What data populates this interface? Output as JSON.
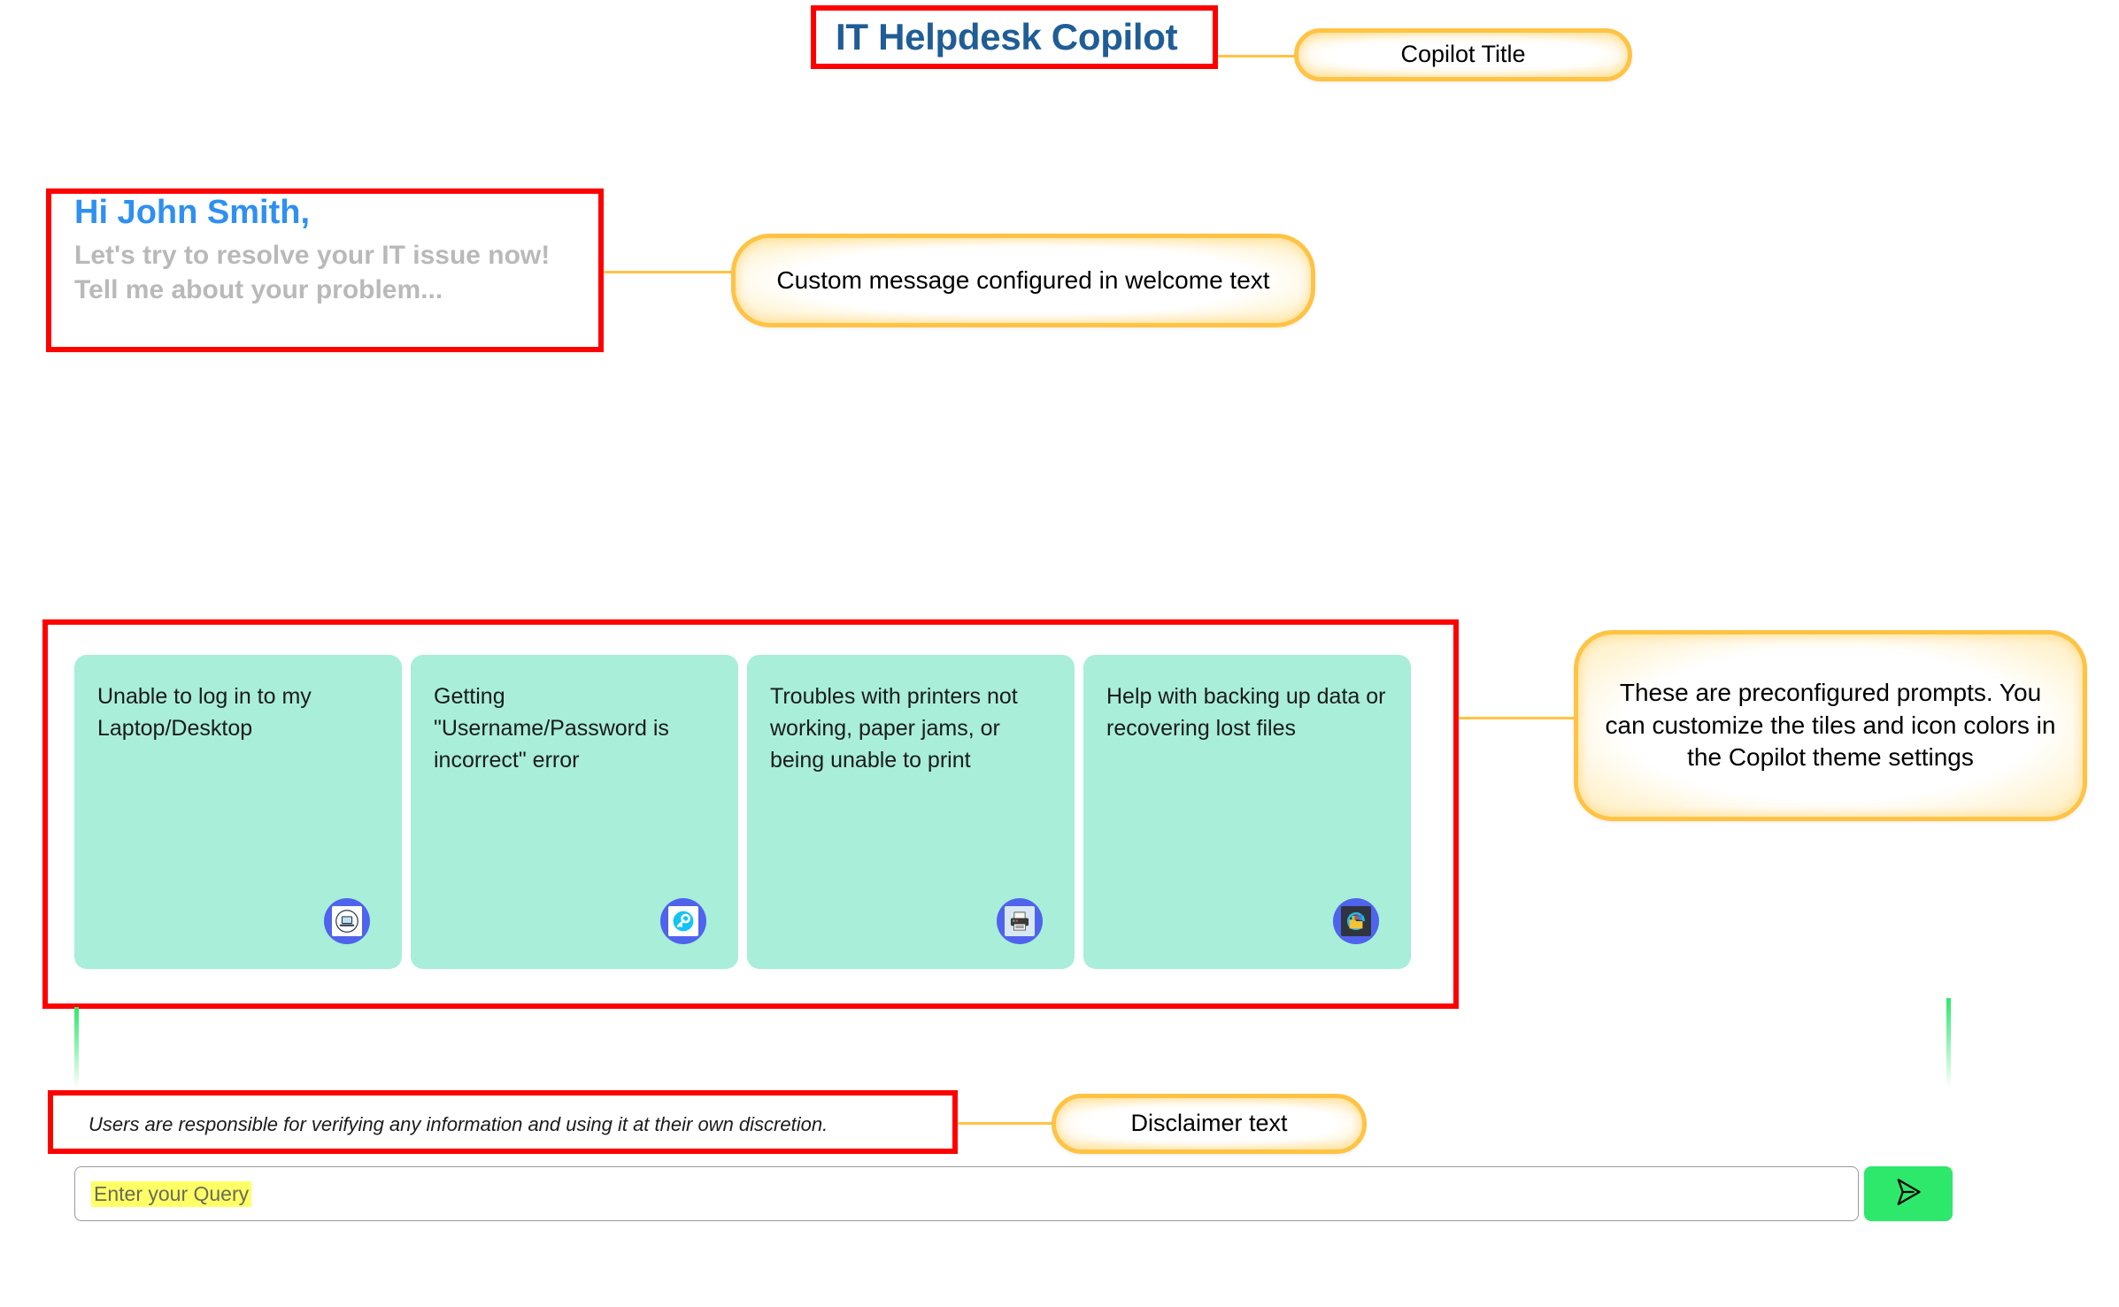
{
  "copilot": {
    "title": "IT Helpdesk Copilot",
    "title_color": "#205d96"
  },
  "welcome": {
    "greeting": "Hi John Smith,",
    "greeting_color": "#2e90f0",
    "line_1": "Let's try to resolve your IT issue now!",
    "line_2": "Tell me about your problem...",
    "sub_color": "#b9b9b9"
  },
  "prompt_tiles": {
    "tile_color": "#a8eed8",
    "icon_badge_color": "#4f63ec",
    "items": [
      {
        "text": "Unable to log in to my Laptop/Desktop",
        "icon": "laptop-icon"
      },
      {
        "text": "Getting \"Username/Password is incorrect\" error",
        "icon": "key-icon"
      },
      {
        "text": "Troubles with printers not working, paper jams, or being unable to print",
        "icon": "printer-icon"
      },
      {
        "text": "Help with backing up data or recovering lost files",
        "icon": "backup-restore-icon"
      }
    ]
  },
  "disclaimer": {
    "text": "Users are responsible for verifying any information and using it at their own discretion."
  },
  "composer": {
    "placeholder": "Enter your Query",
    "placeholder_highlight": "#ffff66",
    "send_icon": "send-paper-plane-icon",
    "send_button_color": "#2ee86b"
  },
  "annotations": {
    "callout_border_color": "#ffc344",
    "box_color": "#ff0000",
    "callouts": [
      {
        "id": "copilot-title-callout",
        "text": "Copilot Title"
      },
      {
        "id": "welcome-text-callout",
        "text": "Custom message configured in welcome text"
      },
      {
        "id": "prompt-tiles-callout",
        "text": "These are preconfigured prompts. You can customize the tiles and icon colors in the Copilot theme settings"
      },
      {
        "id": "disclaimer-callout",
        "text": "Disclaimer text"
      }
    ]
  }
}
